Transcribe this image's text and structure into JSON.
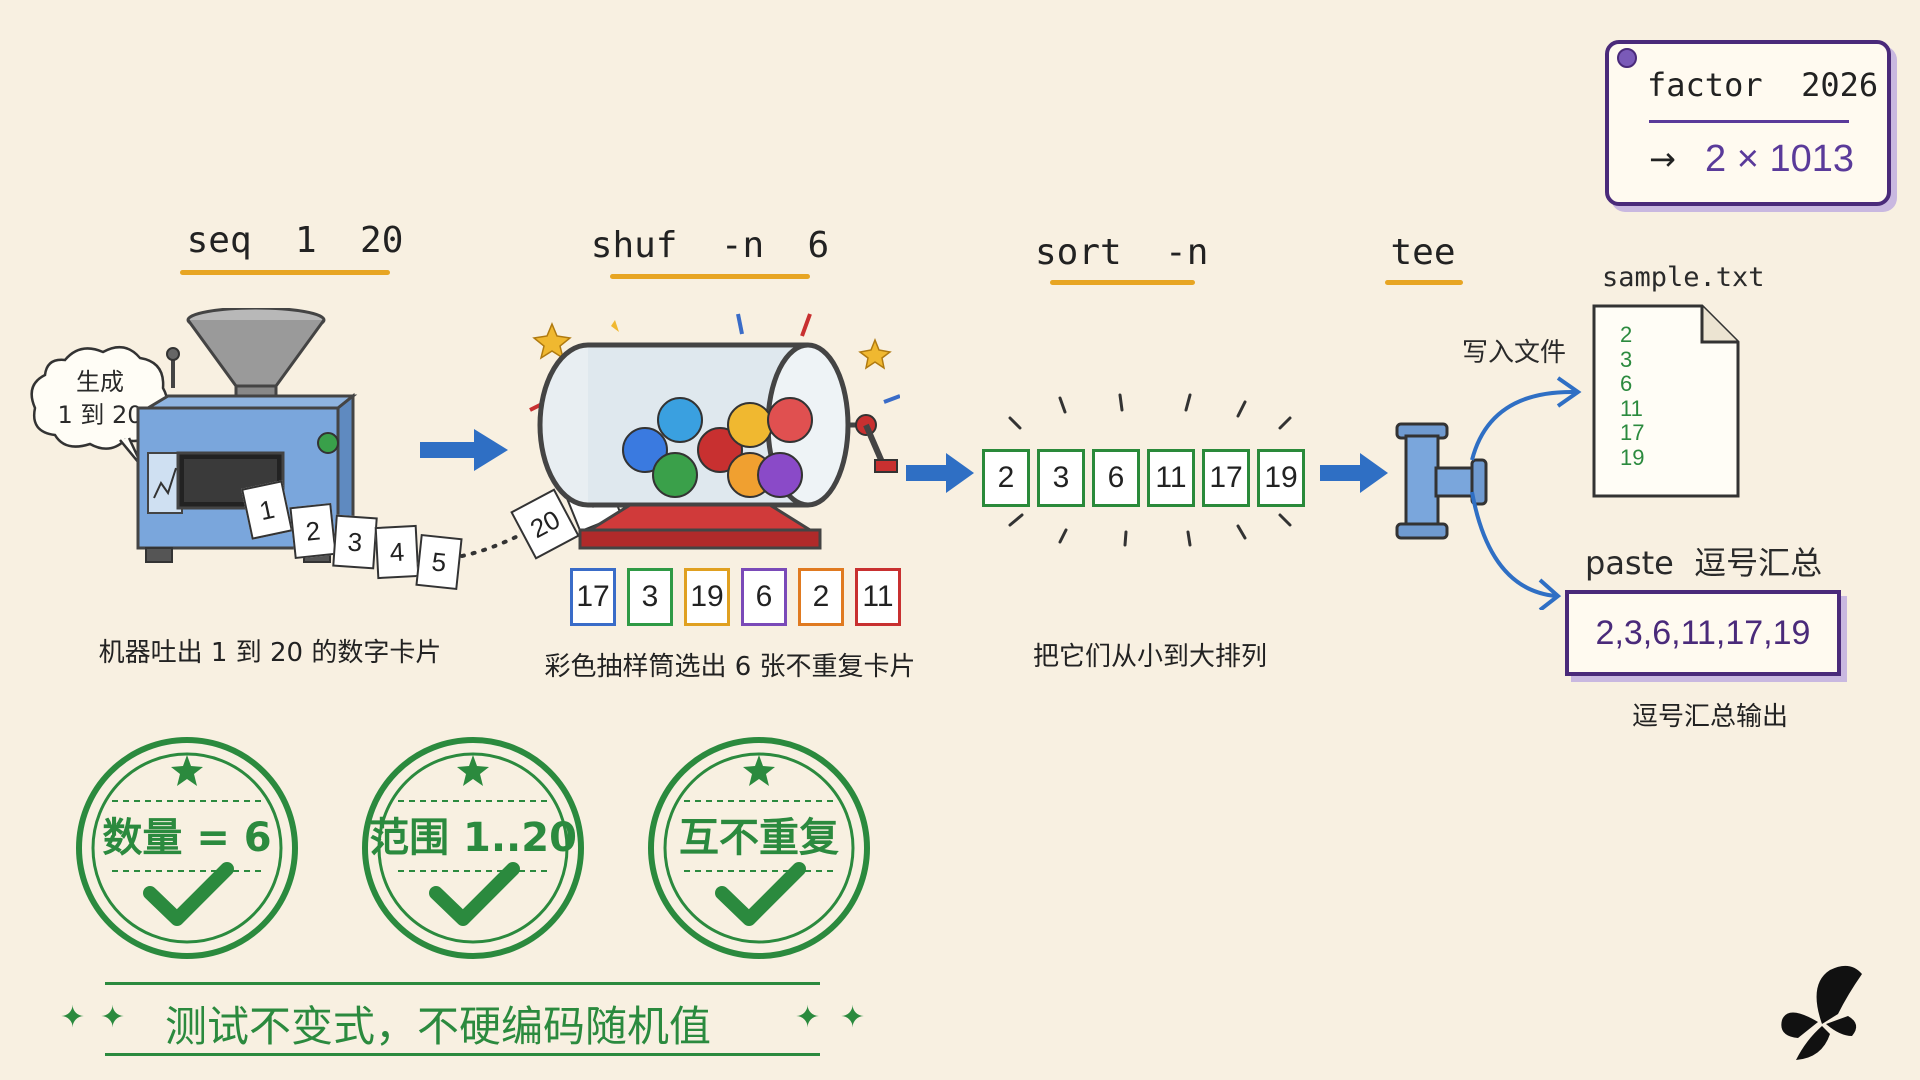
{
  "factor_box": {
    "command": "factor  2026",
    "arrow": "→",
    "result": "2 × 1013"
  },
  "commands": [
    "seq  1  20",
    "shuf  -n  6",
    "sort  -n",
    "tee"
  ],
  "bubble": {
    "line1": "生成",
    "line2": "1 到 20"
  },
  "seq_cards": [
    "1",
    "2",
    "3",
    "4",
    "5",
    "20",
    "?"
  ],
  "shuf_cards": [
    {
      "value": "17",
      "color": "#3a6cc8"
    },
    {
      "value": "3",
      "color": "#2f9a45"
    },
    {
      "value": "19",
      "color": "#e0a020"
    },
    {
      "value": "6",
      "color": "#7a4ab8"
    },
    {
      "value": "2",
      "color": "#e07a20"
    },
    {
      "value": "11",
      "color": "#c83030"
    }
  ],
  "sorted_cards": [
    "2",
    "3",
    "6",
    "11",
    "17",
    "19"
  ],
  "captions": {
    "seq": "机器吐出 1 到 20 的数字卡片",
    "shuf": "彩色抽样筒选出 6 张不重复卡片",
    "sort": "把它们从小到大排列",
    "write": "写入文件",
    "paste_output": "逗号汇总输出"
  },
  "file": {
    "name": "sample.txt",
    "lines": [
      "2",
      "3",
      "6",
      "11",
      "17",
      "19"
    ]
  },
  "paste": {
    "label": "paste  逗号汇总",
    "output": "2,3,6,11,17,19"
  },
  "stamps": [
    {
      "label": "数量 = 6"
    },
    {
      "label": "范围 1..20"
    },
    {
      "label": "互不重复"
    }
  ],
  "motto": "测试不变式，不硬编码随机值",
  "colors": {
    "green": "#2b8a3e",
    "blue": "#2f6fc4",
    "purple": "#5a3a9a",
    "orange": "#e7a523"
  }
}
